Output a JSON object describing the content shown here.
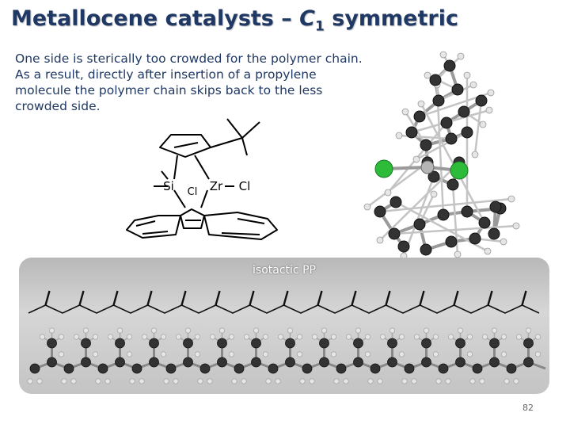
{
  "slide": {
    "title_prefix": "Metallocene catalysts – ",
    "title_c": "C",
    "title_sub": "1",
    "title_suffix": " symmetric",
    "body_lines": [
      "One side is sterically too crowded for the polymer chain.",
      "As a result, directly after insertion of a propylene",
      "molecule the polymer chain skips back to the less",
      "crowded side."
    ],
    "page_number": "82"
  },
  "structure": {
    "si_label": "Si",
    "zr_label": "Zr",
    "cl_label_1": "Cl",
    "cl_label_2": "Cl"
  },
  "polymer": {
    "label": "isotactic PP",
    "repeat_units": 15
  },
  "colors": {
    "title": "#1f3864",
    "text": "#1f3864",
    "chlorine": "#2dbb3a",
    "carbon": "#333333",
    "hydrogen": "#e6e6e6"
  }
}
